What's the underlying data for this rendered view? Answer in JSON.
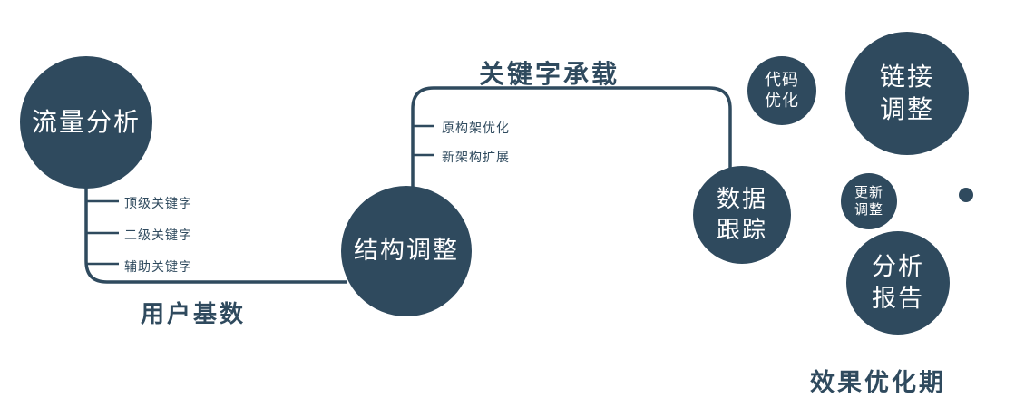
{
  "colors": {
    "primary": "#2f4a5e",
    "white": "#ffffff"
  },
  "nodes": {
    "traffic": {
      "label": "流量分析"
    },
    "structure": {
      "label": "结构调整"
    },
    "tracking": {
      "line1": "数据",
      "line2": "跟踪"
    },
    "code": {
      "line1": "代码",
      "line2": "优化"
    },
    "link": {
      "line1": "链接",
      "line2": "调整"
    },
    "update": {
      "line1": "更新",
      "line2": "调整"
    },
    "report": {
      "line1": "分析",
      "line2": "报告"
    }
  },
  "branches": {
    "traffic_items": [
      "顶级关键字",
      "二级关键字",
      "辅助关键字"
    ],
    "structure_items": [
      "原构架优化",
      "新架构扩展"
    ]
  },
  "edges": {
    "user_base": "用户基数",
    "keyword_carry": "关键字承载"
  },
  "footer": {
    "label": "效果优化期"
  }
}
